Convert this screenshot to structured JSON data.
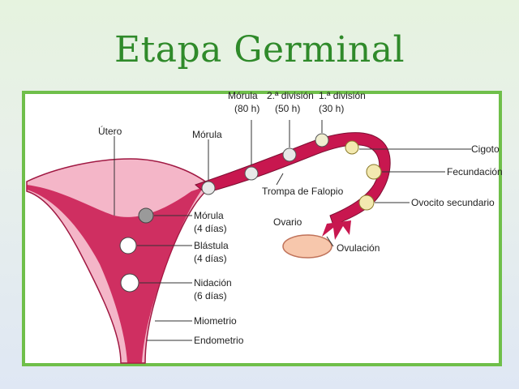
{
  "slide": {
    "title": "Etapa Germinal"
  },
  "colors": {
    "title": "#2f8a2a",
    "frame_border": "#6fbf4a",
    "tissue": "#c8174f",
    "muscle": "#f4b6c8"
  },
  "diagram": {
    "labels": {
      "utero": "Útero",
      "morula_tube": "Mórula",
      "morula_80h_a": "Mórula",
      "morula_80h_b": "(80 h)",
      "division2_a": "2.ª división",
      "division2_b": "(50 h)",
      "division1_a": "1.ª división",
      "division1_b": "(30 h)",
      "cigoto": "Cigoto",
      "fecundacion": "Fecundación",
      "ovocito": "Ovocito secundario",
      "trompa": "Trompa de Falopio",
      "ovario": "Ovario",
      "ovulacion": "Ovulación",
      "morula_4d_a": "Mórula",
      "morula_4d_b": "(4 días)",
      "blastula_a": "Blástula",
      "blastula_b": "(4 días)",
      "nidacion_a": "Nidación",
      "nidacion_b": "(6 días)",
      "miometrio": "Miometrio",
      "endometrio": "Endometrio"
    }
  }
}
